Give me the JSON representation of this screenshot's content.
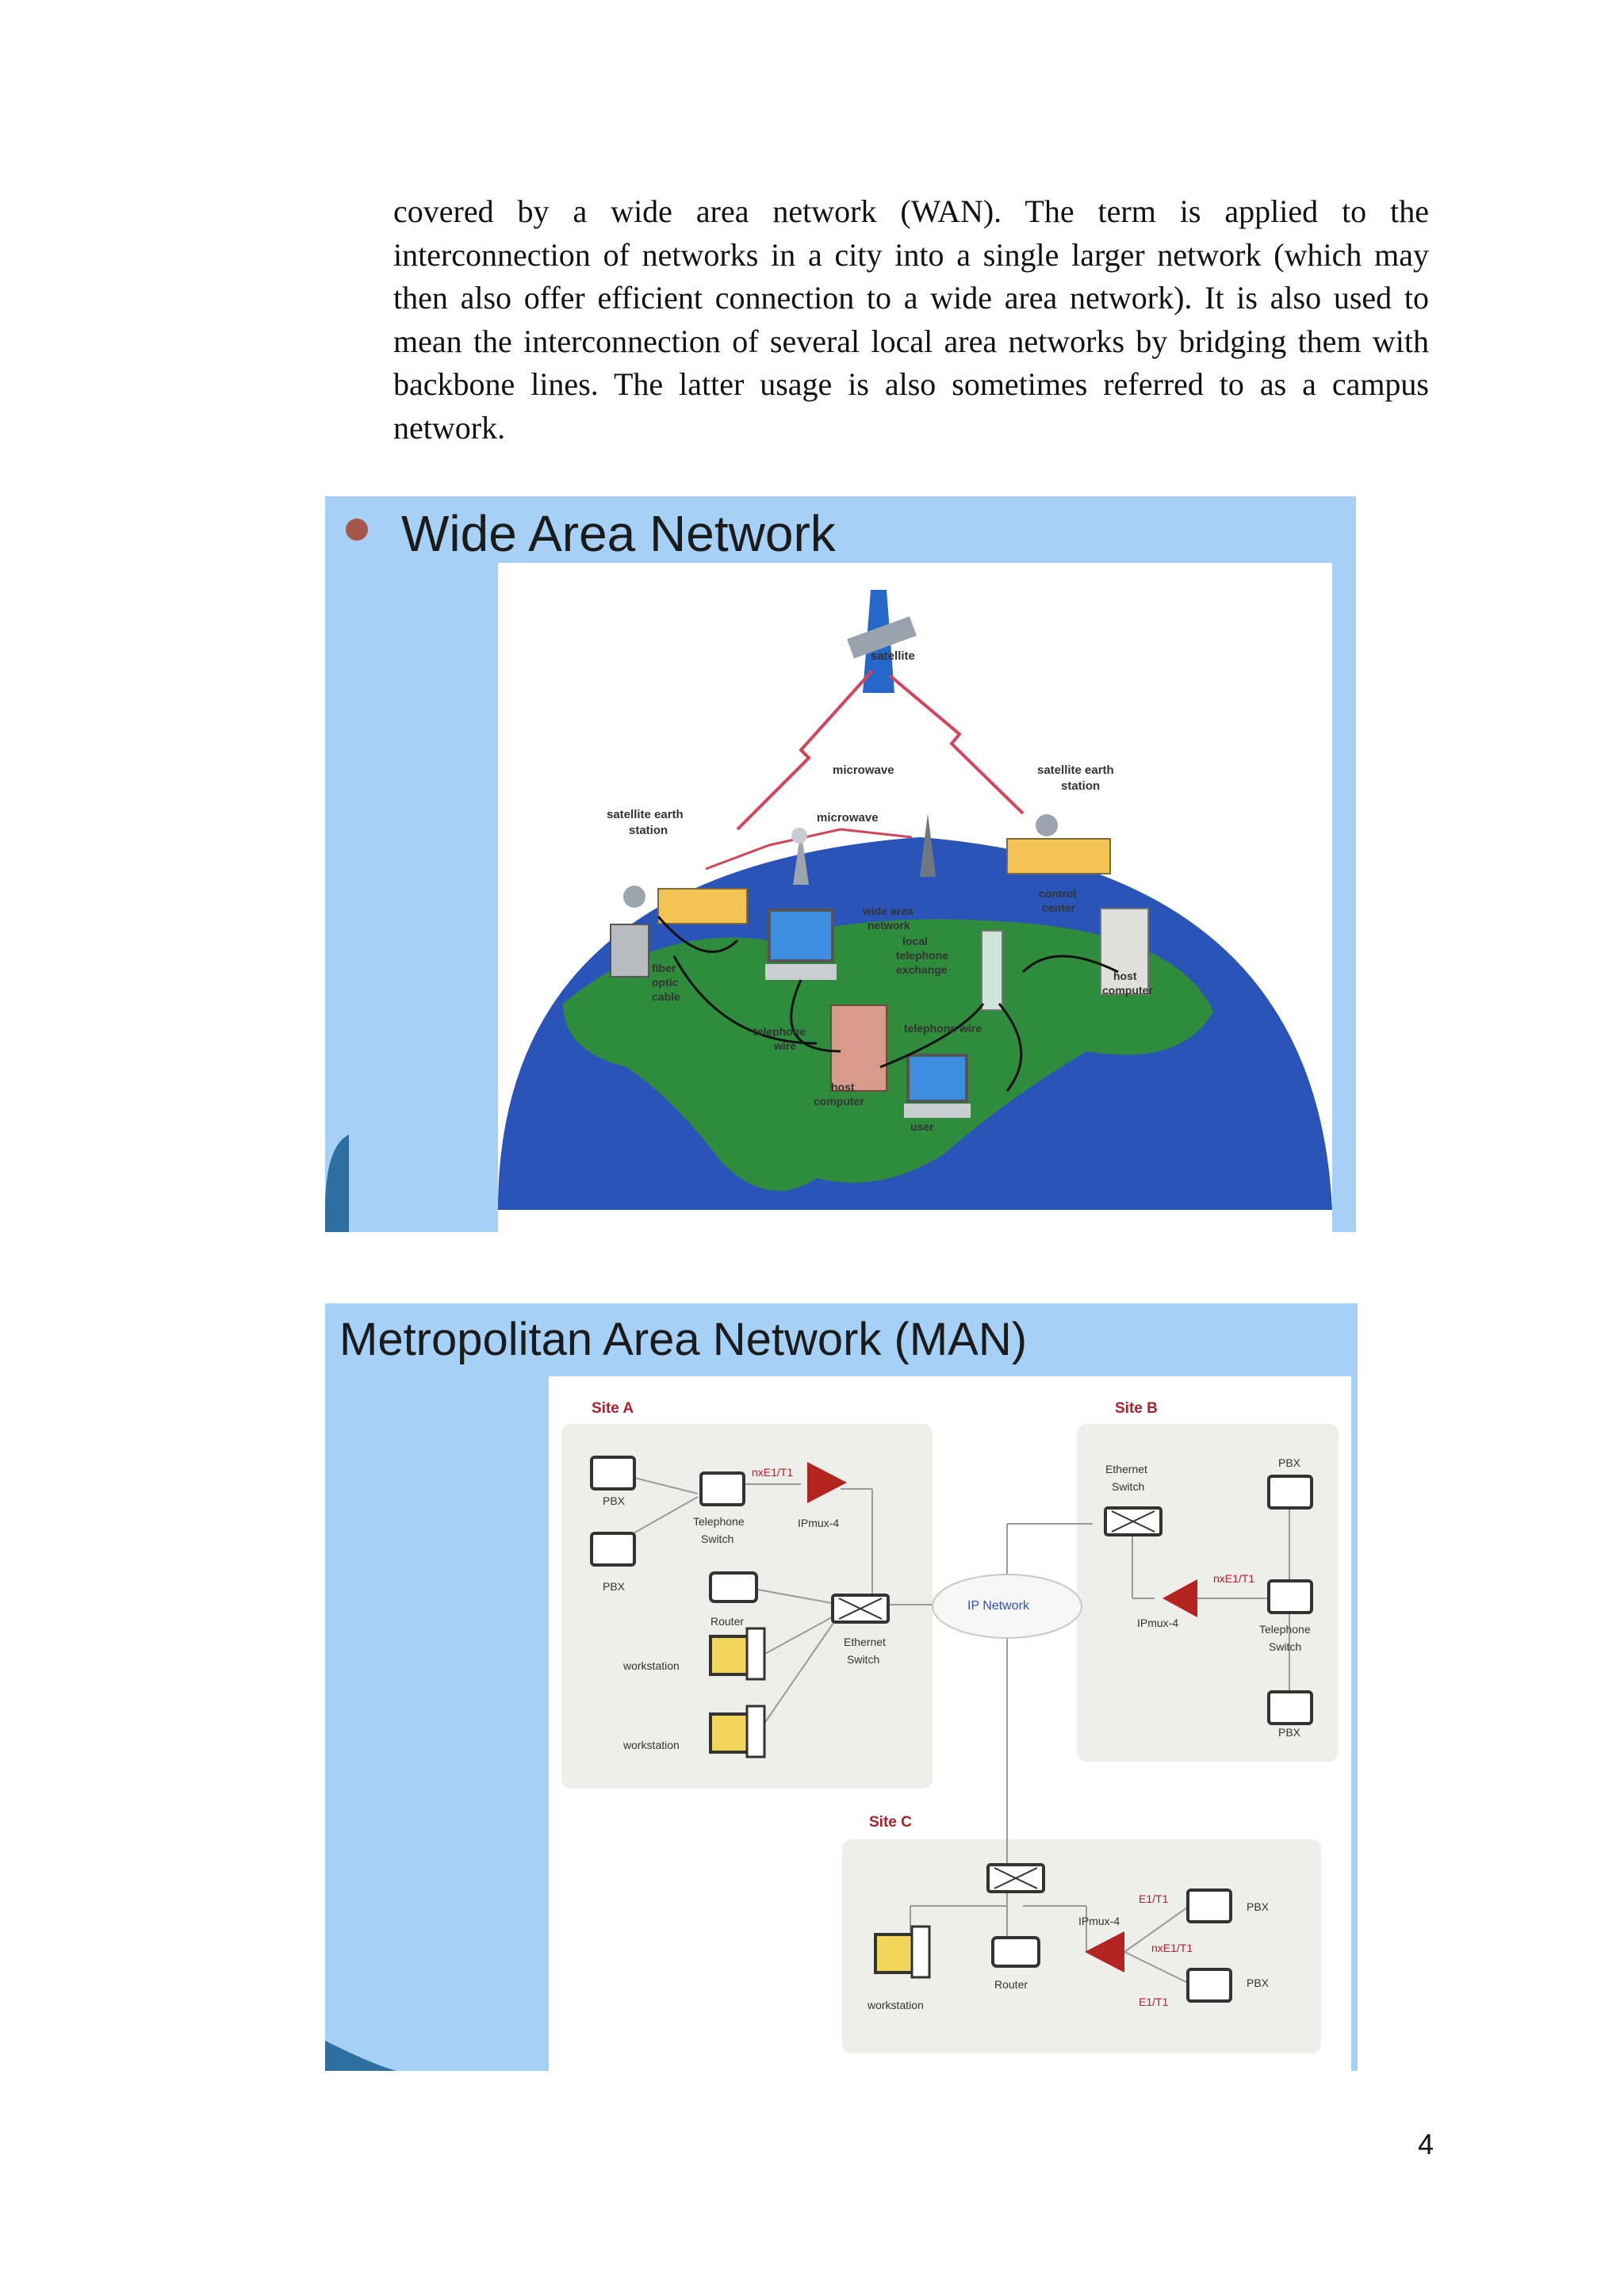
{
  "paragraph": "covered by a wide area network (WAN). The term is applied to the interconnection of networks in a city into a single larger network (which may then also offer efficient connection to a wide area network). It is also used to mean the interconnection of several local area networks by bridging them with backbone lines. The latter usage is also sometimes referred to as a campus network.",
  "wan_slide": {
    "title": "Wide Area Network",
    "labels": {
      "satellite": "satellite",
      "microwave_top": "microwave",
      "microwave_mid": "microwave",
      "earth_station_left_1": "satellite earth",
      "earth_station_left_2": "station",
      "earth_station_right_1": "satellite earth",
      "earth_station_right_2": "station",
      "wan_1": "wide area",
      "wan_2": "network",
      "fiber_1": "fiber",
      "fiber_2": "optic",
      "fiber_3": "cable",
      "local_exchange_1": "local",
      "local_exchange_2": "telephone",
      "local_exchange_3": "exchange",
      "control_center_1": "control",
      "control_center_2": "center",
      "host_right_1": "host",
      "host_right_2": "computer",
      "telephone_wire_left_1": "telephone",
      "telephone_wire_left_2": "wire",
      "telephone_wire_right": "telephone wire",
      "host_bottom_1": "host",
      "host_bottom_2": "computer",
      "user": "user"
    }
  },
  "man_slide": {
    "title": "Metropolitan Area Network (MAN)",
    "site_a": {
      "title": "Site A",
      "pbx_1": "PBX",
      "pbx_2": "PBX",
      "telephone_switch_1": "Telephone",
      "telephone_switch_2": "Switch",
      "nxe1t1": "nxE1/T1",
      "ipmux": "IPmux-4",
      "router": "Router",
      "ethernet_switch_1": "Ethernet",
      "ethernet_switch_2": "Switch",
      "workstation_1": "workstation",
      "workstation_2": "workstation"
    },
    "ip_network": "IP Network",
    "site_b": {
      "title": "Site B",
      "ethernet_switch_1": "Ethernet",
      "ethernet_switch_2": "Switch",
      "pbx_top": "PBX",
      "nxe1t1": "nxE1/T1",
      "ipmux": "IPmux-4",
      "telephone_switch_1": "Telephone",
      "telephone_switch_2": "Switch",
      "pbx_bottom": "PBX"
    },
    "site_c": {
      "title": "Site C",
      "e1t1_top": "E1/T1",
      "pbx_top": "PBX",
      "ipmux": "IPmux-4",
      "nxe1t1": "nxE1/T1",
      "pbx_bottom": "PBX",
      "e1t1_bottom": "E1/T1",
      "router": "Router",
      "workstation": "workstation"
    }
  },
  "page_number": "4"
}
